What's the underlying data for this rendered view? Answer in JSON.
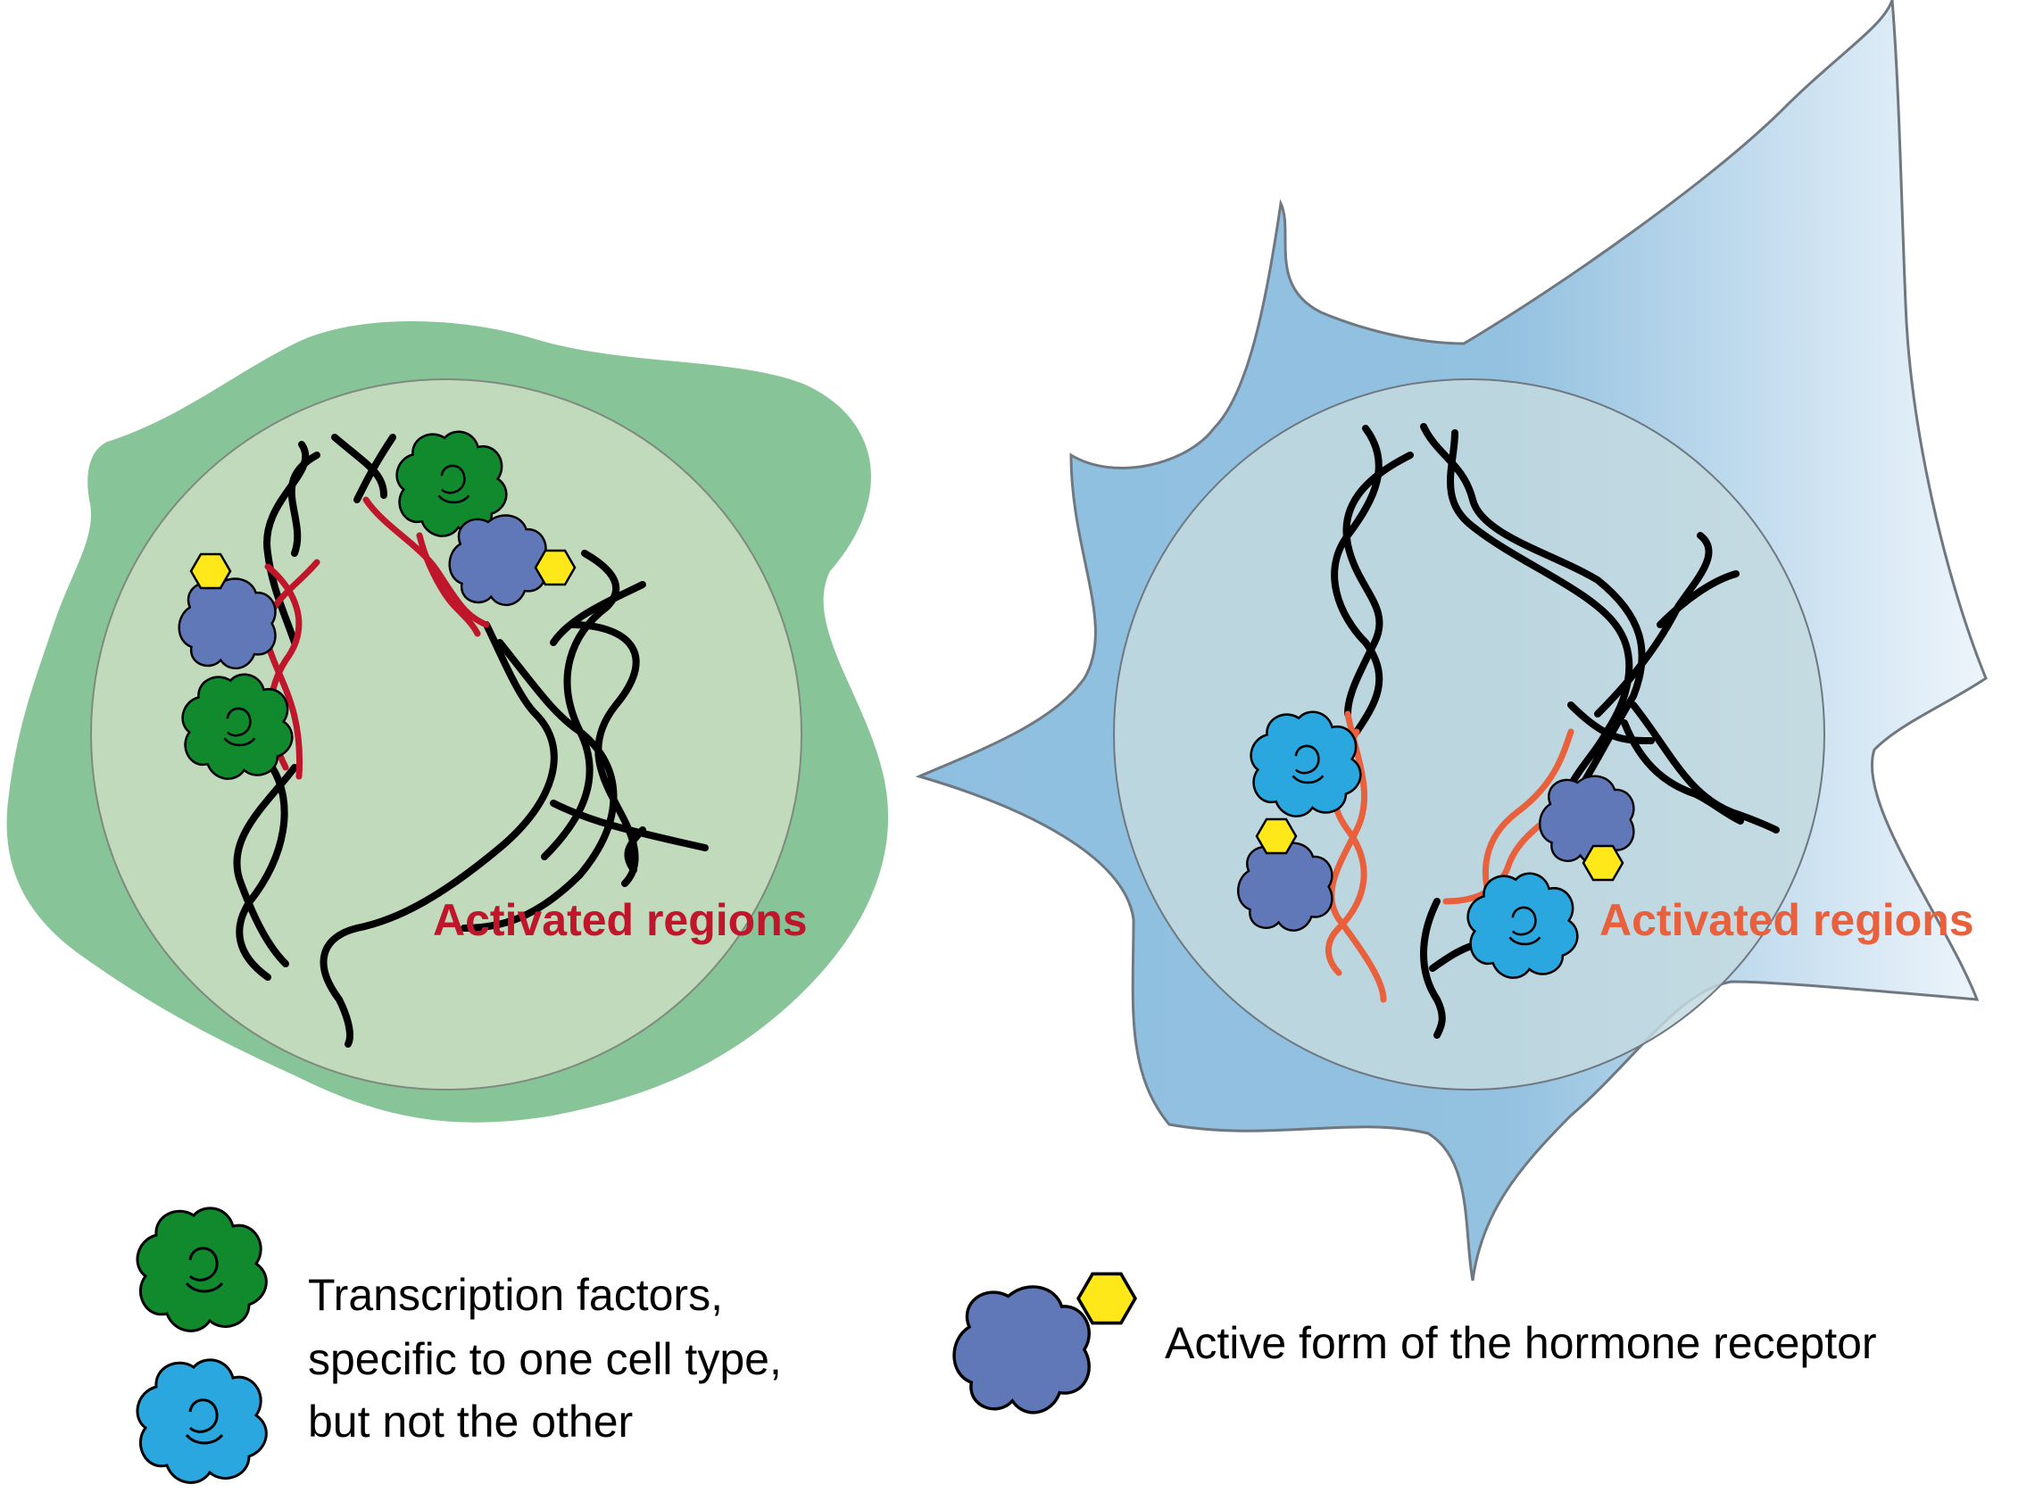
{
  "cells": {
    "left": {
      "region_label": "Activated regions",
      "region_color": "#c0162b",
      "cell_color": "#87c598",
      "nucleus_color": "#c0dabb"
    },
    "right": {
      "region_label": "Activated regions",
      "region_color": "#e9603c",
      "cell_color_a": "#8fbfe0",
      "cell_color_b": "#e8f2fa",
      "nucleus_color": "#c3d9df"
    }
  },
  "legend": {
    "tf_line1": "Transcription factors,",
    "tf_line2": "specific to one cell type,",
    "tf_line3": "but not the other",
    "receptor": "Active form of the hormone receptor"
  },
  "colors": {
    "tf_green": "#118a2e",
    "tf_blue": "#2aa7de",
    "receptor": "#6078b8",
    "hormone": "#ffe81a",
    "dna": "#000000"
  },
  "icons": [
    "transcription-factor-green-icon",
    "transcription-factor-blue-icon",
    "hormone-receptor-icon",
    "hormone-icon"
  ]
}
